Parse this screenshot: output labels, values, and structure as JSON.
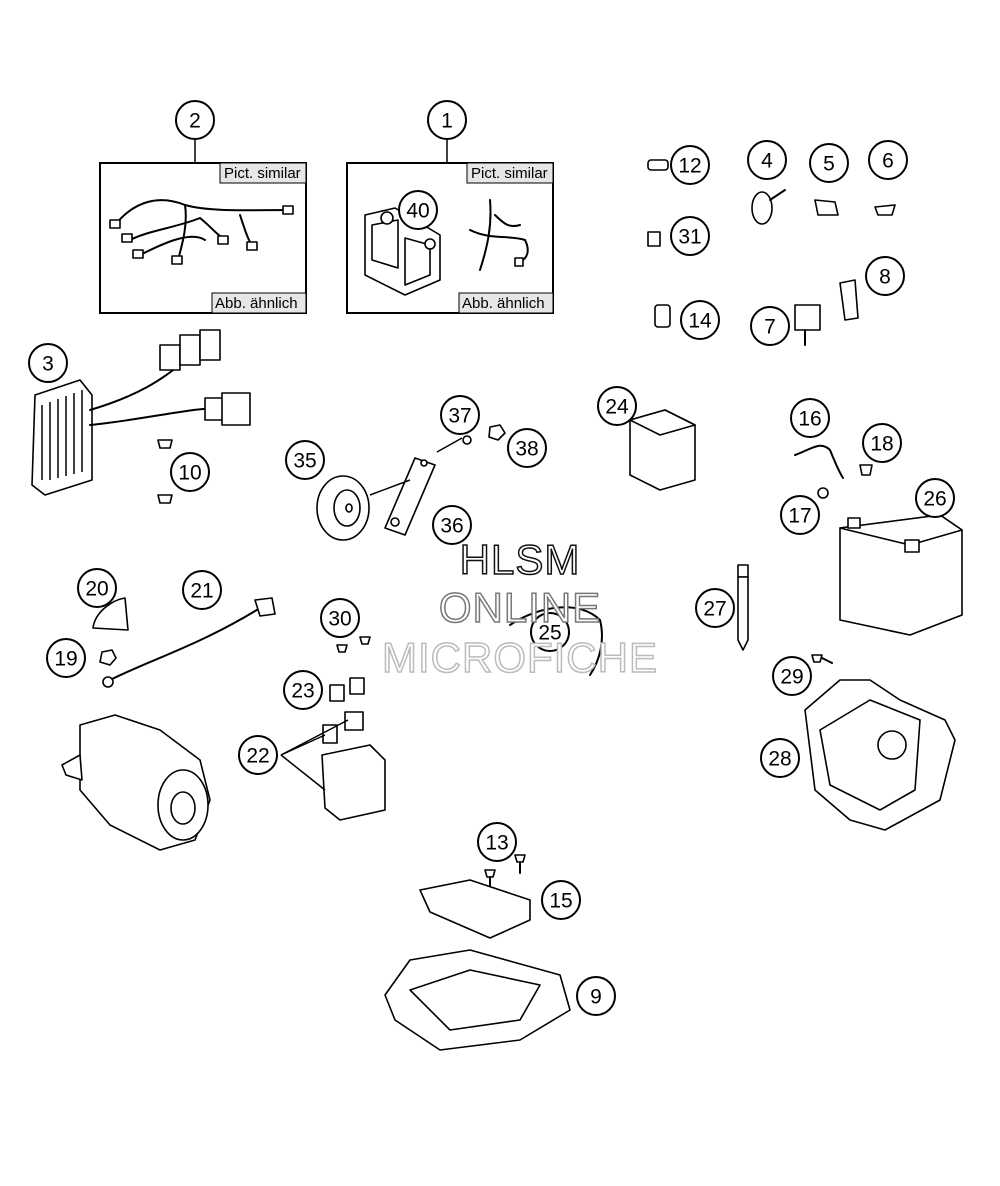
{
  "callouts": [
    "1",
    "2",
    "3",
    "4",
    "5",
    "6",
    "7",
    "8",
    "9",
    "10",
    "12",
    "13",
    "14",
    "15",
    "16",
    "17",
    "18",
    "19",
    "20",
    "21",
    "22",
    "23",
    "24",
    "25",
    "26",
    "27",
    "28",
    "29",
    "30",
    "31",
    "35",
    "36",
    "37",
    "38",
    "40"
  ],
  "inset_boxes": {
    "wiring_harness": {
      "label_top": "Pict. similar",
      "label_bottom": "Abb. ähnlich"
    },
    "harness_bracket": {
      "label_top": "Pict. similar",
      "label_bottom": "Abb. ähnlich"
    }
  },
  "watermark": {
    "line1": "HLSM",
    "line2": "ONLINE",
    "line3": "MICROFICHE"
  }
}
